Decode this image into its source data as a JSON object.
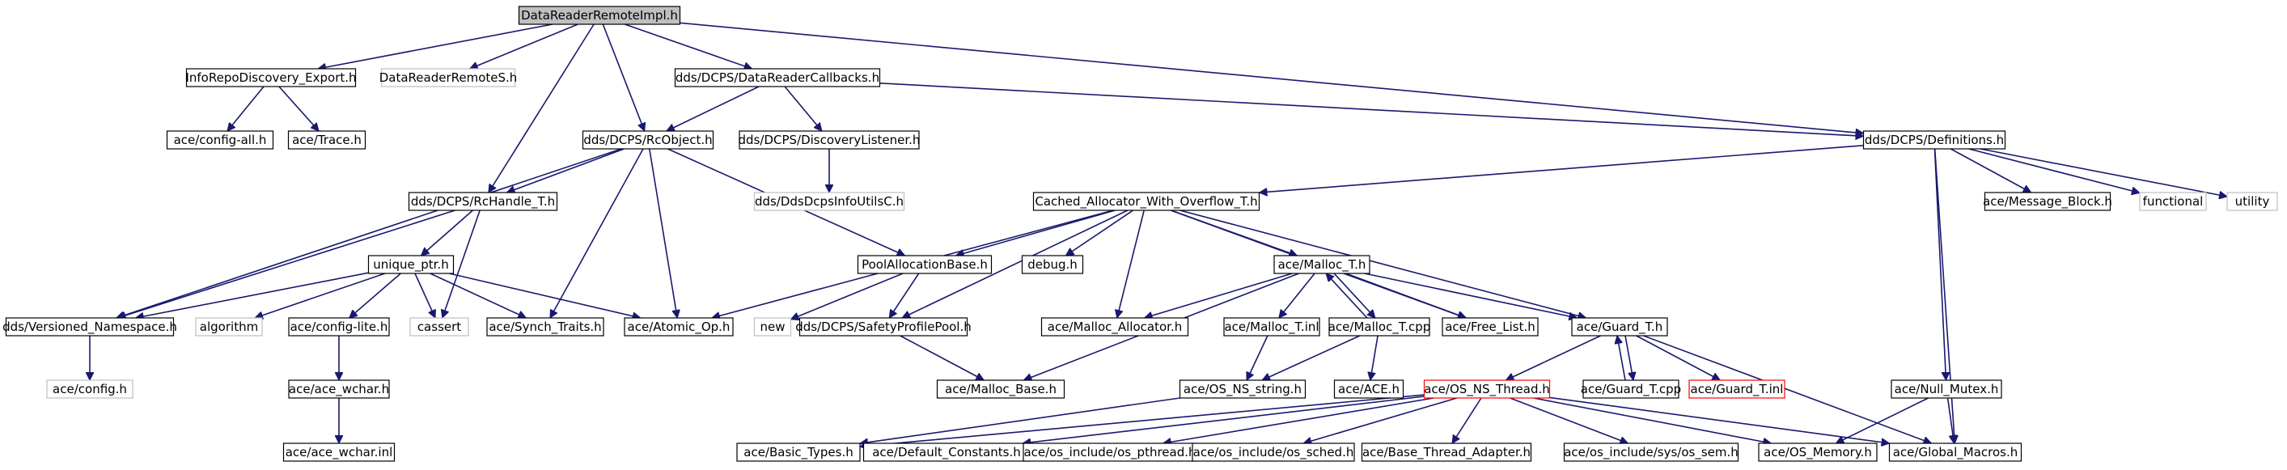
{
  "graph": {
    "title": "DataReaderRemoteImpl.h",
    "colors": {
      "edge": "#191970",
      "root_fill": "#bfbfbf",
      "node_border": "#000000",
      "missing_border": "#bfbfbf",
      "truncated_border": "#ff0000"
    },
    "nodes": [
      {
        "id": "root",
        "label": "DataReaderRemoteImpl.h",
        "kind": "root"
      },
      {
        "id": "irde",
        "label": "InfoRepoDiscovery_Export.h",
        "kind": "normal"
      },
      {
        "id": "drrs",
        "label": "DataReaderRemoteS.h",
        "kind": "missing"
      },
      {
        "id": "drcb",
        "label": "dds/DCPS/DataReaderCallbacks.h",
        "kind": "normal"
      },
      {
        "id": "defs",
        "label": "dds/DCPS/Definitions.h",
        "kind": "normal"
      },
      {
        "id": "cfgall",
        "label": "ace/config-all.h",
        "kind": "normal"
      },
      {
        "id": "trace",
        "label": "ace/Trace.h",
        "kind": "normal"
      },
      {
        "id": "rcobj",
        "label": "dds/DCPS/RcObject.h",
        "kind": "normal"
      },
      {
        "id": "disclist",
        "label": "dds/DCPS/DiscoveryListener.h",
        "kind": "normal"
      },
      {
        "id": "ddsinfo",
        "label": "dds/DdsDcpsInfoUtilsC.h",
        "kind": "missing"
      },
      {
        "id": "rchandle",
        "label": "dds/DCPS/RcHandle_T.h",
        "kind": "normal"
      },
      {
        "id": "cawo",
        "label": "Cached_Allocator_With_Overflow_T.h",
        "kind": "normal"
      },
      {
        "id": "msgblock",
        "label": "ace/Message_Block.h",
        "kind": "normal"
      },
      {
        "id": "functional",
        "label": "functional",
        "kind": "missing"
      },
      {
        "id": "utility",
        "label": "utility",
        "kind": "missing"
      },
      {
        "id": "uniqptr",
        "label": "unique_ptr.h",
        "kind": "normal"
      },
      {
        "id": "pab",
        "label": "PoolAllocationBase.h",
        "kind": "normal"
      },
      {
        "id": "debug",
        "label": "debug.h",
        "kind": "normal"
      },
      {
        "id": "malloct",
        "label": "ace/Malloc_T.h",
        "kind": "normal"
      },
      {
        "id": "vns",
        "label": "dds/Versioned_Namespace.h",
        "kind": "normal"
      },
      {
        "id": "algorithm",
        "label": "algorithm",
        "kind": "missing"
      },
      {
        "id": "cfglite",
        "label": "ace/config-lite.h",
        "kind": "normal"
      },
      {
        "id": "cassert",
        "label": "cassert",
        "kind": "missing"
      },
      {
        "id": "synch",
        "label": "ace/Synch_Traits.h",
        "kind": "normal"
      },
      {
        "id": "atomic",
        "label": "ace/Atomic_Op.h",
        "kind": "normal"
      },
      {
        "id": "new",
        "label": "new",
        "kind": "missing"
      },
      {
        "id": "spp",
        "label": "dds/DCPS/SafetyProfilePool.h",
        "kind": "normal"
      },
      {
        "id": "mallocalloc",
        "label": "ace/Malloc_Allocator.h",
        "kind": "normal"
      },
      {
        "id": "malloctinl",
        "label": "ace/Malloc_T.inl",
        "kind": "normal"
      },
      {
        "id": "malloctcpp",
        "label": "ace/Malloc_T.cpp",
        "kind": "normal"
      },
      {
        "id": "freelist",
        "label": "ace/Free_List.h",
        "kind": "normal"
      },
      {
        "id": "guardt",
        "label": "ace/Guard_T.h",
        "kind": "normal"
      },
      {
        "id": "nullmutex",
        "label": "ace/Null_Mutex.h",
        "kind": "normal"
      },
      {
        "id": "cfgh",
        "label": "ace/config.h",
        "kind": "missing"
      },
      {
        "id": "wchar",
        "label": "ace/ace_wchar.h",
        "kind": "normal"
      },
      {
        "id": "mallocbase",
        "label": "ace/Malloc_Base.h",
        "kind": "normal"
      },
      {
        "id": "osnsstr",
        "label": "ace/OS_NS_string.h",
        "kind": "normal"
      },
      {
        "id": "aceh",
        "label": "ace/ACE.h",
        "kind": "normal"
      },
      {
        "id": "osnsthread",
        "label": "ace/OS_NS_Thread.h",
        "kind": "truncated"
      },
      {
        "id": "guardtcpp",
        "label": "ace/Guard_T.cpp",
        "kind": "normal"
      },
      {
        "id": "guardtinl",
        "label": "ace/Guard_T.inl",
        "kind": "truncated"
      },
      {
        "id": "wcharinl",
        "label": "ace/ace_wchar.inl",
        "kind": "normal"
      },
      {
        "id": "basictypes",
        "label": "ace/Basic_Types.h",
        "kind": "normal"
      },
      {
        "id": "defconst",
        "label": "ace/Default_Constants.h",
        "kind": "normal"
      },
      {
        "id": "ospthread",
        "label": "ace/os_include/os_pthread.h",
        "kind": "normal"
      },
      {
        "id": "ossched",
        "label": "ace/os_include/os_sched.h",
        "kind": "normal"
      },
      {
        "id": "bta",
        "label": "ace/Base_Thread_Adapter.h",
        "kind": "normal"
      },
      {
        "id": "ossem",
        "label": "ace/os_include/sys/os_sem.h",
        "kind": "normal"
      },
      {
        "id": "osmem",
        "label": "ace/OS_Memory.h",
        "kind": "normal"
      },
      {
        "id": "globalmacros",
        "label": "ace/Global_Macros.h",
        "kind": "normal"
      }
    ],
    "edges": [
      [
        "root",
        "irde"
      ],
      [
        "root",
        "drrs"
      ],
      [
        "root",
        "drcb"
      ],
      [
        "root",
        "defs"
      ],
      [
        "root",
        "rcobj"
      ],
      [
        "root",
        "rchandle"
      ],
      [
        "irde",
        "cfgall"
      ],
      [
        "irde",
        "trace"
      ],
      [
        "drcb",
        "rcobj"
      ],
      [
        "drcb",
        "disclist"
      ],
      [
        "drcb",
        "defs"
      ],
      [
        "disclist",
        "ddsinfo"
      ],
      [
        "rcobj",
        "rchandle"
      ],
      [
        "rcobj",
        "vns"
      ],
      [
        "rcobj",
        "synch"
      ],
      [
        "rcobj",
        "atomic"
      ],
      [
        "rcobj",
        "pab"
      ],
      [
        "defs",
        "cawo"
      ],
      [
        "defs",
        "msgblock"
      ],
      [
        "defs",
        "functional"
      ],
      [
        "defs",
        "utility"
      ],
      [
        "defs",
        "nullmutex"
      ],
      [
        "defs",
        "globalmacros"
      ],
      [
        "rchandle",
        "uniqptr"
      ],
      [
        "rchandle",
        "vns"
      ],
      [
        "rchandle",
        "cassert"
      ],
      [
        "uniqptr",
        "vns"
      ],
      [
        "uniqptr",
        "algorithm"
      ],
      [
        "uniqptr",
        "cfglite"
      ],
      [
        "uniqptr",
        "cassert"
      ],
      [
        "uniqptr",
        "synch"
      ],
      [
        "uniqptr",
        "atomic"
      ],
      [
        "cawo",
        "pab"
      ],
      [
        "cawo",
        "debug"
      ],
      [
        "cawo",
        "malloct"
      ],
      [
        "cawo",
        "atomic"
      ],
      [
        "cawo",
        "spp"
      ],
      [
        "cawo",
        "mallocalloc"
      ],
      [
        "cawo",
        "freelist"
      ],
      [
        "cawo",
        "guardt"
      ],
      [
        "pab",
        "new"
      ],
      [
        "pab",
        "spp"
      ],
      [
        "malloct",
        "mallocalloc"
      ],
      [
        "malloct",
        "malloctinl"
      ],
      [
        "malloct",
        "malloctcpp"
      ],
      [
        "malloct",
        "freelist"
      ],
      [
        "malloct",
        "guardt"
      ],
      [
        "malloct",
        "mallocbase"
      ],
      [
        "malloctcpp",
        "malloct"
      ],
      [
        "malloctcpp",
        "osnsstr"
      ],
      [
        "malloctcpp",
        "aceh"
      ],
      [
        "malloctinl",
        "osnsstr"
      ],
      [
        "guardt",
        "osnsthread"
      ],
      [
        "guardt",
        "guardtcpp"
      ],
      [
        "guardt",
        "guardtinl"
      ],
      [
        "guardt",
        "globalmacros"
      ],
      [
        "guardtcpp",
        "guardt"
      ],
      [
        "spp",
        "mallocbase"
      ],
      [
        "vns",
        "cfgh"
      ],
      [
        "cfglite",
        "wchar"
      ],
      [
        "wchar",
        "wcharinl"
      ],
      [
        "osnsstr",
        "basictypes"
      ],
      [
        "osnsthread",
        "basictypes"
      ],
      [
        "osnsthread",
        "defconst"
      ],
      [
        "osnsthread",
        "ospthread"
      ],
      [
        "osnsthread",
        "ossched"
      ],
      [
        "osnsthread",
        "bta"
      ],
      [
        "osnsthread",
        "ossem"
      ],
      [
        "osnsthread",
        "osmem"
      ],
      [
        "osnsthread",
        "globalmacros"
      ],
      [
        "nullmutex",
        "osmem"
      ],
      [
        "nullmutex",
        "globalmacros"
      ]
    ]
  }
}
